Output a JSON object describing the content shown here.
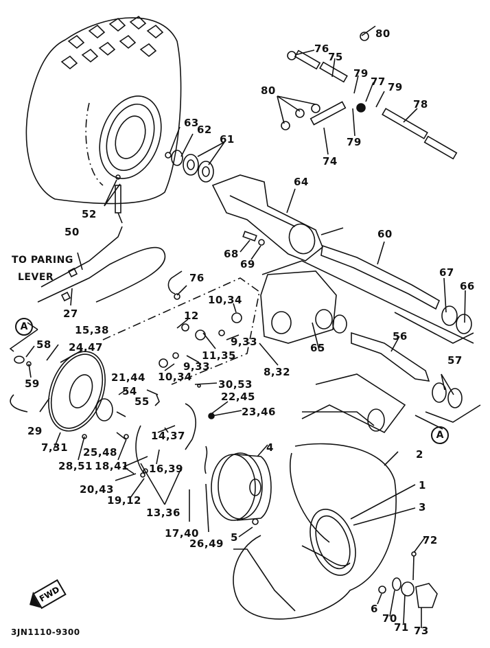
{
  "figure": {
    "diagram_code": "3JN1110-9300",
    "direction_marker": "FWD",
    "note_line1": "TO PARING",
    "note_line2": "LEVER",
    "reference_marks": [
      "A",
      "A"
    ]
  },
  "callouts": [
    {
      "id": "80a",
      "text": "80"
    },
    {
      "id": "76a",
      "text": "76"
    },
    {
      "id": "75",
      "text": "75"
    },
    {
      "id": "79a",
      "text": "79"
    },
    {
      "id": "77",
      "text": "77"
    },
    {
      "id": "79b",
      "text": "79"
    },
    {
      "id": "78",
      "text": "78"
    },
    {
      "id": "80b",
      "text": "80"
    },
    {
      "id": "79c",
      "text": "79"
    },
    {
      "id": "74",
      "text": "74"
    },
    {
      "id": "63",
      "text": "63"
    },
    {
      "id": "62",
      "text": "62"
    },
    {
      "id": "61",
      "text": "61"
    },
    {
      "id": "64",
      "text": "64"
    },
    {
      "id": "52",
      "text": "52"
    },
    {
      "id": "50",
      "text": "50"
    },
    {
      "id": "60",
      "text": "60"
    },
    {
      "id": "68",
      "text": "68"
    },
    {
      "id": "69",
      "text": "69"
    },
    {
      "id": "76b",
      "text": "76"
    },
    {
      "id": "67",
      "text": "67"
    },
    {
      "id": "66",
      "text": "66"
    },
    {
      "id": "27",
      "text": "27"
    },
    {
      "id": "10_34a",
      "text": "10,34"
    },
    {
      "id": "12a",
      "text": "12"
    },
    {
      "id": "15_38",
      "text": "15,38"
    },
    {
      "id": "58",
      "text": "58"
    },
    {
      "id": "24_47",
      "text": "24,47"
    },
    {
      "id": "9_33a",
      "text": "9,33"
    },
    {
      "id": "11_35",
      "text": "11,35"
    },
    {
      "id": "65",
      "text": "65"
    },
    {
      "id": "56",
      "text": "56"
    },
    {
      "id": "9_33b",
      "text": "9,33"
    },
    {
      "id": "59",
      "text": "59"
    },
    {
      "id": "10_34b",
      "text": "10,34"
    },
    {
      "id": "8_32",
      "text": "8,32"
    },
    {
      "id": "57",
      "text": "57"
    },
    {
      "id": "21_44",
      "text": "21,44"
    },
    {
      "id": "30_53",
      "text": "30,53"
    },
    {
      "id": "54",
      "text": "54"
    },
    {
      "id": "22_45",
      "text": "22,45"
    },
    {
      "id": "55",
      "text": "55"
    },
    {
      "id": "23_46",
      "text": "23,46"
    },
    {
      "id": "29",
      "text": "29"
    },
    {
      "id": "7_31",
      "text": "7,31"
    },
    {
      "id": "25_48",
      "text": "25,48"
    },
    {
      "id": "14_37",
      "text": "14,37"
    },
    {
      "id": "28_51",
      "text": "28,51"
    },
    {
      "id": "18_41",
      "text": "18,41"
    },
    {
      "id": "16_39",
      "text": "16,39"
    },
    {
      "id": "4",
      "text": "4"
    },
    {
      "id": "2",
      "text": "2"
    },
    {
      "id": "20_43",
      "text": "20,43"
    },
    {
      "id": "19_12",
      "text": "19,12"
    },
    {
      "id": "1",
      "text": "1"
    },
    {
      "id": "3",
      "text": "3"
    },
    {
      "id": "13_36",
      "text": "13,36"
    },
    {
      "id": "17_40",
      "text": "17,40"
    },
    {
      "id": "26_49",
      "text": "26,49"
    },
    {
      "id": "5",
      "text": "5"
    },
    {
      "id": "72",
      "text": "72"
    },
    {
      "id": "6",
      "text": "6"
    },
    {
      "id": "70",
      "text": "70"
    },
    {
      "id": "71",
      "text": "71"
    },
    {
      "id": "73",
      "text": "73"
    }
  ]
}
